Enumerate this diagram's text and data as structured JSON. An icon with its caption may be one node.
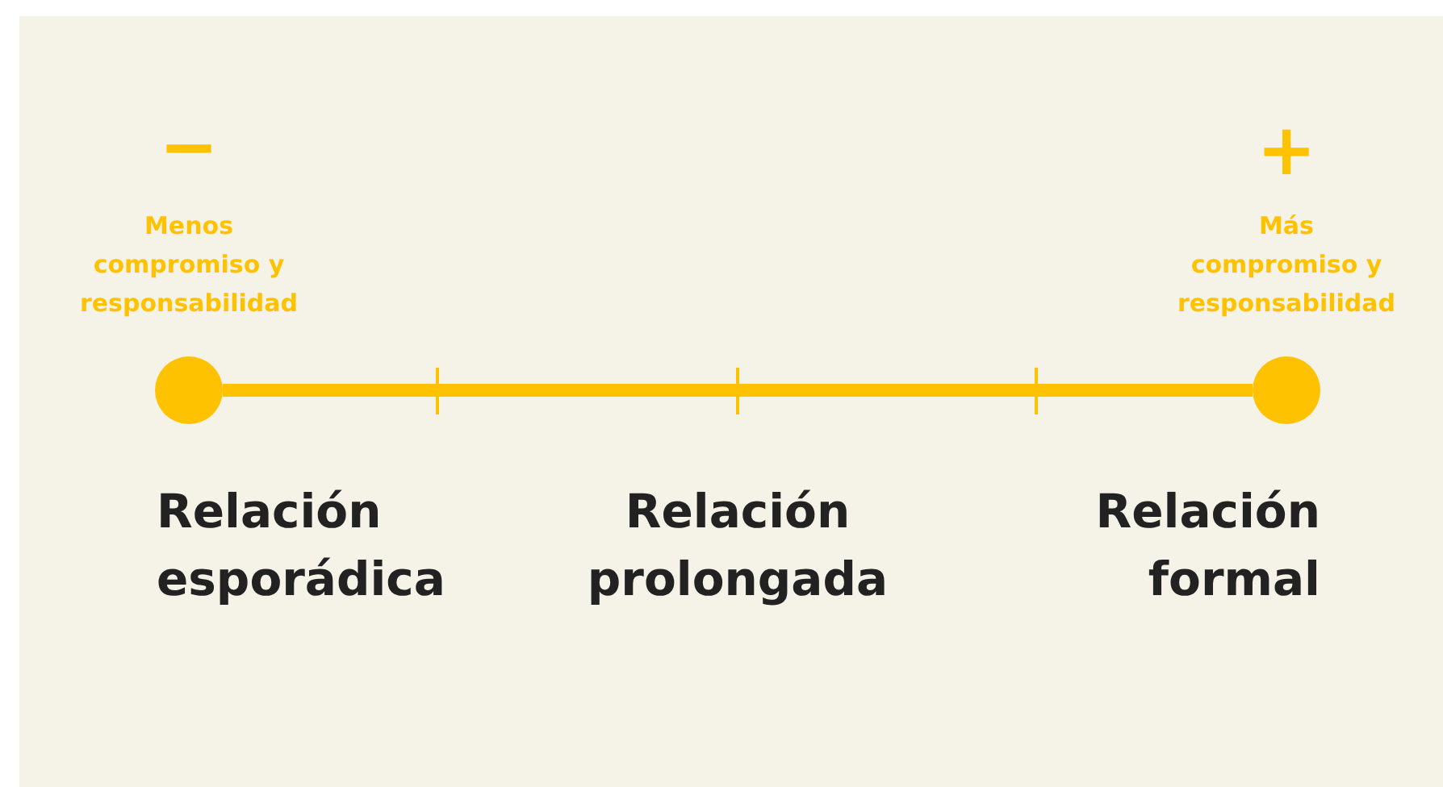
{
  "diagram": {
    "nodes": [
      {
        "text": [],
        "shape": "circle"
      },
      {
        "text": [],
        "shape": "circle"
      }
    ],
    "edges": [
      {
        "from": 0,
        "to": 1,
        "arrow": "none"
      }
    ],
    "labels": [
      "−",
      "+",
      "Menos compromiso y responsabilidad",
      "Más compromiso y responsabilidad",
      "Relación esporádica",
      "Relación prolongada",
      "Relación formal"
    ]
  }
}
